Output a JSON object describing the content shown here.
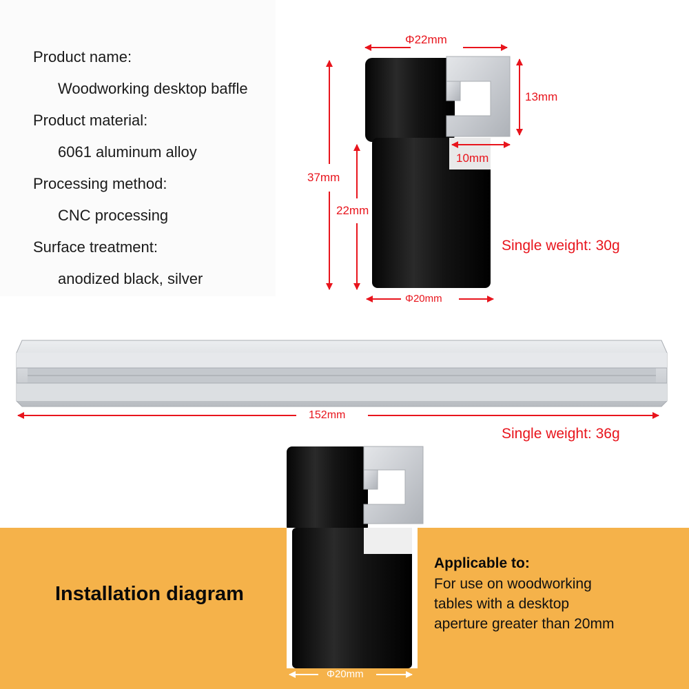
{
  "specs": {
    "name_label": "Product name:",
    "name_value": "Woodworking desktop baffle",
    "material_label": "Product material:",
    "material_value": "6061 aluminum alloy",
    "method_label": "Processing method:",
    "method_value": "CNC processing",
    "surface_label": "Surface treatment:",
    "surface_value": "anodized black, silver"
  },
  "dimensions": {
    "top_diameter": "Φ22mm",
    "height_total": "37mm",
    "height_lower": "22mm",
    "hook_height": "13mm",
    "hook_width": "10mm",
    "bottom_diameter": "Φ20mm",
    "rail_length": "152mm"
  },
  "weights": {
    "stop": "Single weight: 30g",
    "rail": "Single weight: 36g"
  },
  "installation": {
    "title": "Installation diagram",
    "applicable_head": "Applicable to:",
    "lines": [
      "For use on woodworking",
      "tables with a desktop",
      "aperture greater than 20mm"
    ],
    "aperture": "Φ20mm"
  },
  "colors": {
    "accent_red": "#e8141c",
    "band_orange": "#f5b24a",
    "black_anodized": "#111111",
    "silver": "#cfd2d6"
  }
}
